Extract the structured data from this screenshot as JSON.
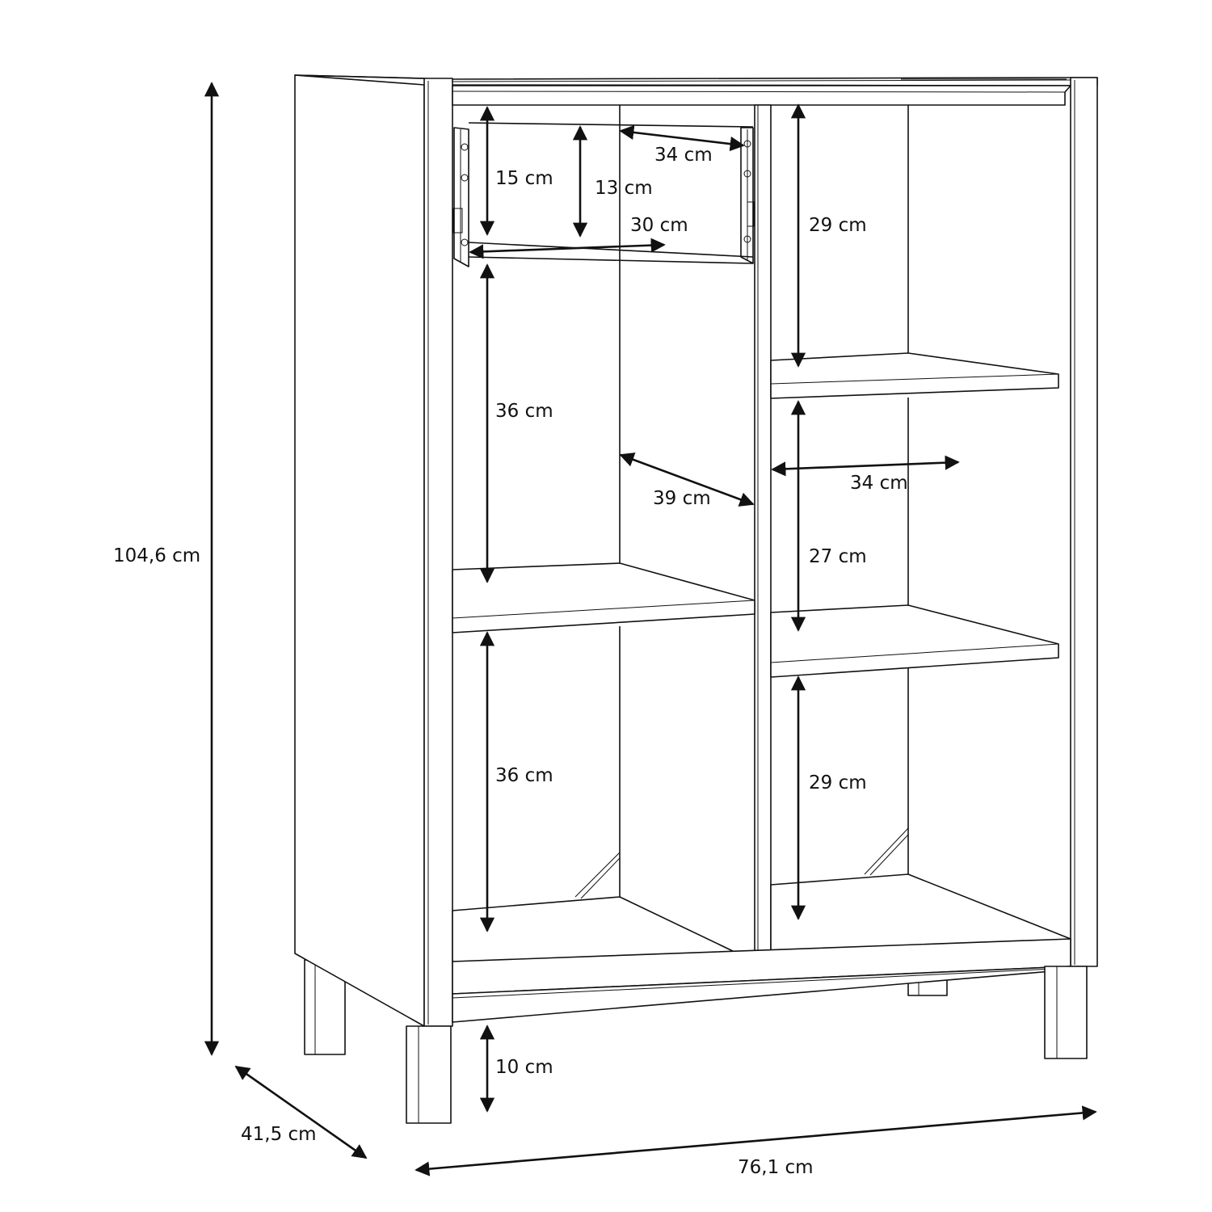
{
  "dimensions": {
    "overall_height": "104,6 cm",
    "depth": "41,5 cm",
    "width": "76,1 cm",
    "leg_height": "10 cm",
    "drawer_outer_height": "15 cm",
    "drawer_inner_height": "13 cm",
    "drawer_width": "34 cm",
    "drawer_depth": "30 cm",
    "left_middle_height": "36 cm",
    "left_lower_height": "36 cm",
    "left_depth": "39 cm",
    "right_upper_height": "29 cm",
    "right_width": "34 cm",
    "right_middle_height": "27 cm",
    "right_lower_height": "29 cm"
  },
  "colors": {
    "line": "#111111",
    "background": "#ffffff"
  }
}
